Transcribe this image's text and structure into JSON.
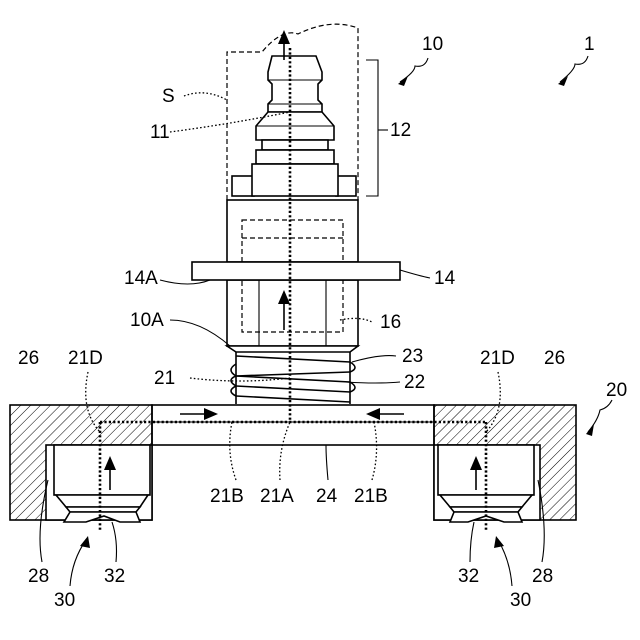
{
  "labels": {
    "device": "1",
    "unit_10": "10",
    "fitting_12": "12",
    "passage_11": "11",
    "space_s": "S",
    "flange_14": "14",
    "face_14a": "14A",
    "face_10a": "10A",
    "bore_16": "16",
    "spring_23": "23",
    "part_22": "22",
    "passage_21": "21",
    "body_20": "20",
    "block_26_left": "26",
    "block_26_right": "26",
    "branch_21d_left": "21D",
    "branch_21d_right": "21D",
    "branch_21b_left": "21B",
    "branch_21b_right": "21B",
    "junction_21a": "21A",
    "plate_24": "24",
    "cup_28_left": "28",
    "cup_28_right": "28",
    "pad_32_left": "32",
    "pad_32_right": "32",
    "pad_30_left": "30",
    "pad_30_right": "30"
  },
  "colors": {
    "ink": "#000000",
    "background": "#ffffff"
  }
}
